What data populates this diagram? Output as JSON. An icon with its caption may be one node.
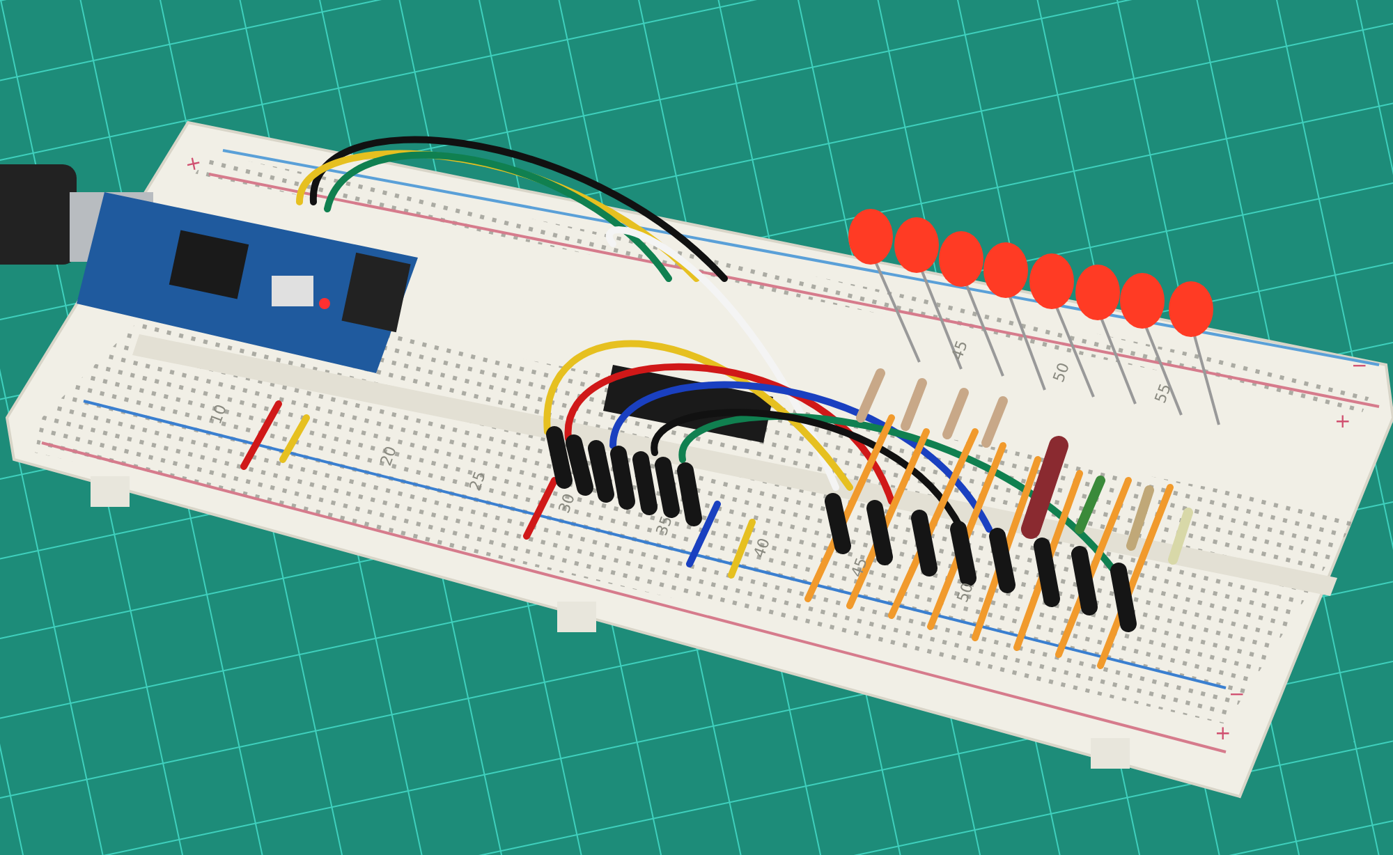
{
  "diagram": {
    "labels": [
      "+",
      "45",
      "50",
      "55",
      "−",
      "+",
      "10",
      "20",
      "25",
      "30",
      "35",
      "40",
      "45",
      "50",
      "−",
      "+"
    ]
  }
}
